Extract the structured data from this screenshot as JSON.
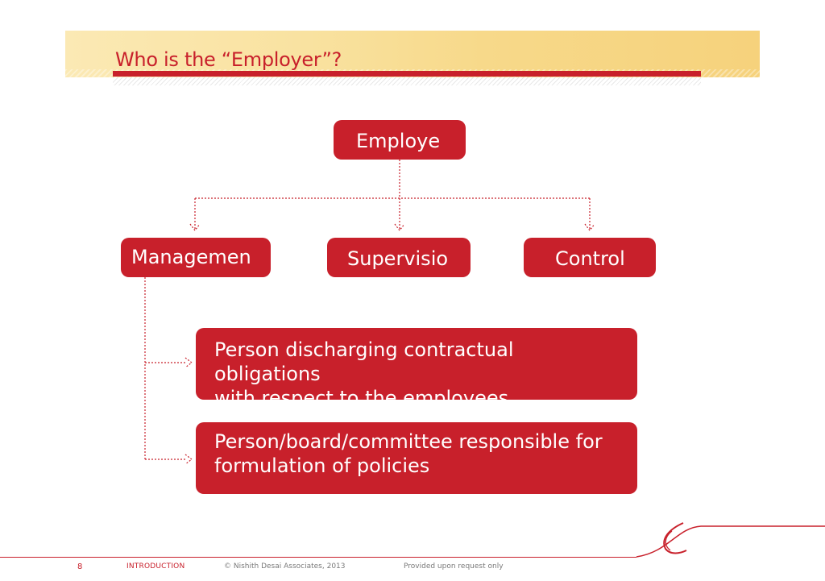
{
  "slide": {
    "title": "Who is the “Employer”?"
  },
  "diagram": {
    "root": {
      "label": "Employe"
    },
    "children": [
      {
        "label": "Managemen"
      },
      {
        "label": "Supervisio"
      },
      {
        "label": "Control"
      }
    ],
    "details": [
      {
        "lines": [
          "Person discharging contractual",
          "obligations",
          "with respect to the employees"
        ]
      },
      {
        "lines": [
          "Person/board/committee responsible for",
          "formulation of policies"
        ]
      }
    ]
  },
  "footer": {
    "page_number": "8",
    "section": "INTRODUCTION",
    "copyright": "© Nishith Desai Associates, 2013",
    "note": "Provided upon request only"
  },
  "colors": {
    "accent": "#c8202b",
    "band": "#f8dc90"
  }
}
